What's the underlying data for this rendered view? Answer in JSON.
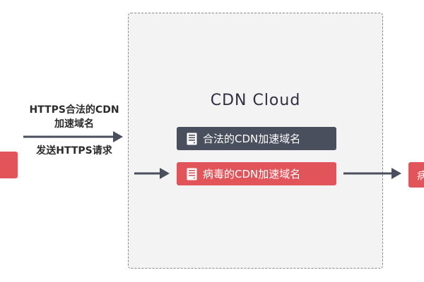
{
  "cloud": {
    "title": "CDN Cloud"
  },
  "domains": {
    "legit": {
      "label": "合法的CDN加速域名",
      "color": "#4a4f5e",
      "icon": "server-icon"
    },
    "virus": {
      "label": "病毒的CDN加速域名",
      "color": "#e0545a",
      "icon": "server-icon"
    }
  },
  "request_label": {
    "line1": "HTTPS合法的CDN",
    "line2": "加速域名",
    "line3": "发送HTTPS请求"
  },
  "right_node": {
    "label": "病"
  },
  "colors": {
    "accent_red": "#e0545a",
    "dark": "#4a4f5e",
    "arrow": "#4a4f5e"
  }
}
